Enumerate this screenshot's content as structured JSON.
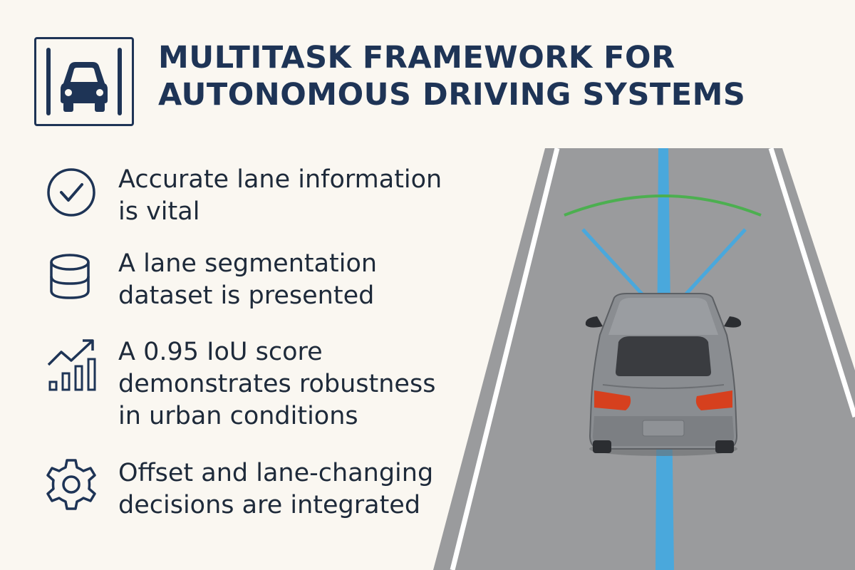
{
  "title": {
    "line1": "MULTITASK FRAMEWORK FOR",
    "line2": "AUTONOMOUS DRIVING SYSTEMS"
  },
  "logo_icon": "car-in-lane-icon",
  "features": [
    {
      "icon": "checkmark-circle-icon",
      "line1": "Accurate lane information",
      "line2": "is vital"
    },
    {
      "icon": "database-icon",
      "line1": "A lane segmentation",
      "line2": "dataset is presented"
    },
    {
      "icon": "growth-chart-icon",
      "line1": "A 0.95 IoU score",
      "line2": "demonstrates robustness",
      "line3": "in urban conditions"
    },
    {
      "icon": "gear-icon",
      "line1": "Offset and lane-changing",
      "line2": "decisions are integrated"
    }
  ],
  "colors": {
    "background": "#faf7f1",
    "navy": "#1e3456",
    "text": "#1e2a3a",
    "road": "#9a9b9d",
    "lane_marking": "#ffffff",
    "center_line": "#4aa8dc",
    "sensor_arc": "#4caf50",
    "car_body": "#8a8d91",
    "tail_light": "#d6401e"
  }
}
